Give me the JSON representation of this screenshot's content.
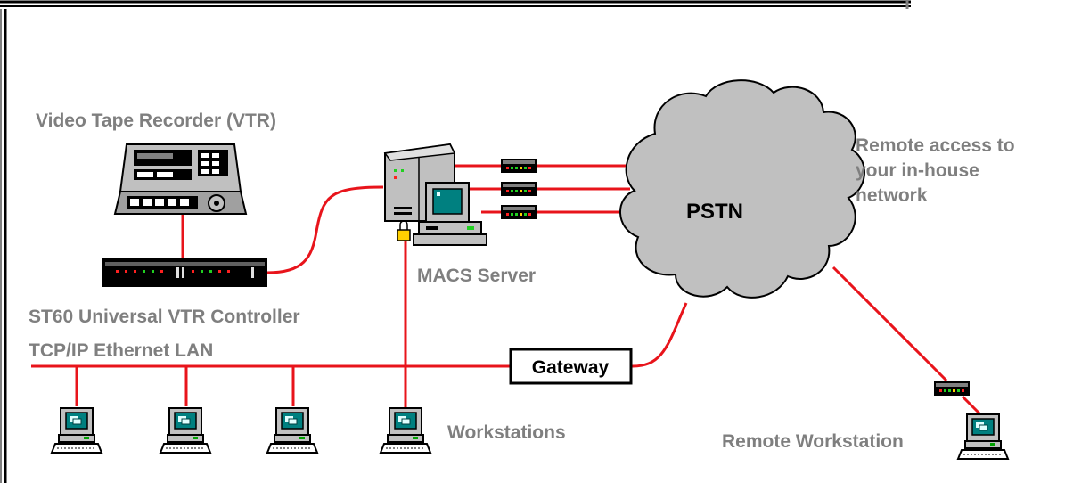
{
  "labels": {
    "vtr": "Video Tape Recorder (VTR)",
    "controller": "ST60 Universal VTR Controller",
    "lan": "TCP/IP Ethernet LAN",
    "server": "MACS Server",
    "workstations": "Workstations",
    "gateway": "Gateway",
    "pstn": "PSTN",
    "remote_access_line1": "Remote access to",
    "remote_access_line2": "your in-house",
    "remote_access_line3": "network",
    "remote_workstation": "Remote Workstation"
  },
  "colors": {
    "wire": "#e8141b",
    "label_gray": "#7f7f7f",
    "cloud": "#c0c0c0",
    "monitor_screen": "#008080"
  }
}
